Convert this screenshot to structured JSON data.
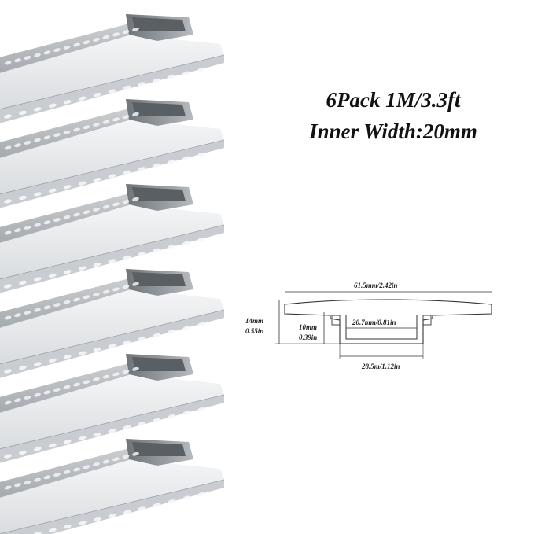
{
  "headline": {
    "line1": "6Pack 1M/3.3ft",
    "line2": "Inner Width:20mm"
  },
  "diagram": {
    "top_width": "61.5mm/2.42in",
    "inner_width": "20.7mm/0.81in",
    "bottom_width": "28.5m/1.12in",
    "total_height_mm": "14mm",
    "total_height_in": "0.55in",
    "inner_height_mm": "10mm",
    "inner_height_in": "0.39in"
  },
  "product": {
    "profile_count": 6
  },
  "colors": {
    "profile_light": "#eceeef",
    "profile_mid": "#c9cdd1",
    "profile_dark": "#5a5f63",
    "line": "#333333"
  }
}
